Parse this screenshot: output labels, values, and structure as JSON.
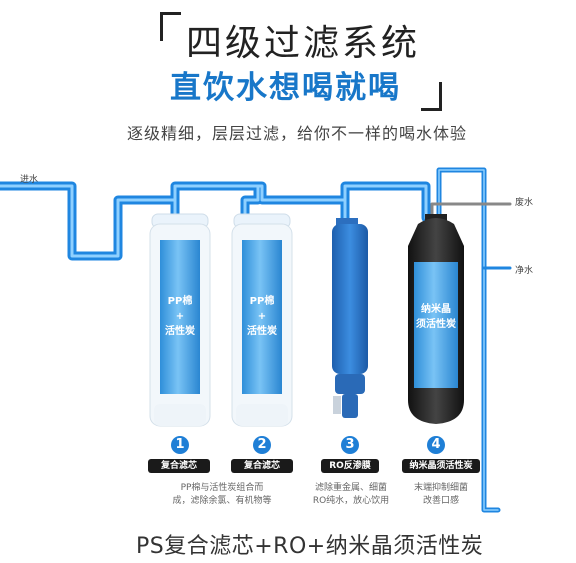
{
  "header": {
    "title": "四级过滤系统",
    "subtitle": "直饮水想喝就喝",
    "tagline": "逐级精细，层层过滤，给你不一样的喝水体验"
  },
  "pipes": {
    "inlet": "进水",
    "waste": "废水",
    "pure": "净水"
  },
  "stages": [
    {
      "number": "1",
      "tag": "复合滤芯",
      "body_line1": "PP棉",
      "body_line2": "+",
      "body_line3": "活性炭",
      "desc_line1": "PP棉与活性炭组合而",
      "desc_line2": "成，滤除余氯、有机物等"
    },
    {
      "number": "2",
      "tag": "复合滤芯",
      "body_line1": "PP棉",
      "body_line2": "+",
      "body_line3": "活性炭",
      "desc_line1": "",
      "desc_line2": ""
    },
    {
      "number": "3",
      "tag": "RO反渗膜",
      "body_line1": "",
      "body_line2": "",
      "body_line3": "",
      "desc_line1": "滤除重金属、细菌",
      "desc_line2": "RO纯水，放心饮用"
    },
    {
      "number": "4",
      "tag": "纳米晶须活性炭",
      "body_line1": "纳米晶",
      "body_line2": "须活性炭",
      "body_line3": "",
      "desc_line1": "末端抑制细菌",
      "desc_line2": "改善口感"
    }
  ],
  "footer": "PS复合滤芯+RO+纳米晶须活性炭",
  "colors": {
    "pipe_blue": "#1f86e0",
    "pipe_light": "#8fd0ff",
    "cartridge_blue": "#4aa3e6",
    "tag_black": "#1a1a1a",
    "accent": "#1877c9"
  }
}
